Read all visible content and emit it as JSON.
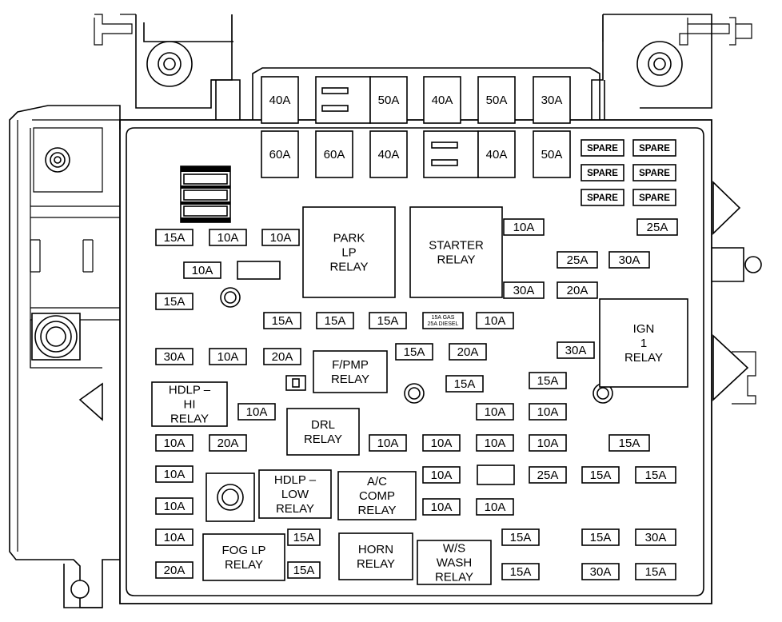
{
  "fuses": [
    {
      "id": "top-a1",
      "label": "40A"
    },
    {
      "id": "top-a2",
      "label": "50A"
    },
    {
      "id": "top-a3",
      "label": "40A"
    },
    {
      "id": "top-a4",
      "label": "50A"
    },
    {
      "id": "top-a5",
      "label": "30A"
    },
    {
      "id": "top-b1",
      "label": "60A"
    },
    {
      "id": "top-b2",
      "label": "60A"
    },
    {
      "id": "top-b3",
      "label": "40A"
    },
    {
      "id": "top-b4",
      "label": "40A"
    },
    {
      "id": "top-b5",
      "label": "50A"
    },
    {
      "id": "spare-1",
      "label": "SPARE"
    },
    {
      "id": "spare-2",
      "label": "SPARE"
    },
    {
      "id": "spare-3",
      "label": "SPARE"
    },
    {
      "id": "spare-4",
      "label": "SPARE"
    },
    {
      "id": "spare-5",
      "label": "SPARE"
    },
    {
      "id": "spare-6",
      "label": "SPARE"
    },
    {
      "id": "f-01",
      "label": "15A"
    },
    {
      "id": "f-02",
      "label": "10A"
    },
    {
      "id": "f-03",
      "label": "10A"
    },
    {
      "id": "f-04",
      "label": "10A"
    },
    {
      "id": "f-05",
      "label": "25A"
    },
    {
      "id": "f-06",
      "label": "10A"
    },
    {
      "id": "f-07",
      "label": "25A"
    },
    {
      "id": "f-08",
      "label": "30A"
    },
    {
      "id": "f-09",
      "label": "15A"
    },
    {
      "id": "f-10",
      "label": "30A"
    },
    {
      "id": "f-11",
      "label": "20A"
    },
    {
      "id": "f-12",
      "label": "15A"
    },
    {
      "id": "f-13",
      "label": "15A"
    },
    {
      "id": "f-14",
      "label": "15A"
    },
    {
      "id": "f-16",
      "label": "10A"
    },
    {
      "id": "f-17",
      "label": "30A"
    },
    {
      "id": "f-18",
      "label": "10A"
    },
    {
      "id": "f-19",
      "label": "20A"
    },
    {
      "id": "f-20",
      "label": "15A"
    },
    {
      "id": "f-21",
      "label": "20A"
    },
    {
      "id": "f-22",
      "label": "30A"
    },
    {
      "id": "f-23",
      "label": "15A"
    },
    {
      "id": "f-24",
      "label": "15A"
    },
    {
      "id": "f-25",
      "label": "10A"
    },
    {
      "id": "f-26",
      "label": "10A"
    },
    {
      "id": "f-27",
      "label": "10A"
    },
    {
      "id": "f-28",
      "label": "10A"
    },
    {
      "id": "f-29",
      "label": "20A"
    },
    {
      "id": "f-30",
      "label": "10A"
    },
    {
      "id": "f-31",
      "label": "10A"
    },
    {
      "id": "f-32",
      "label": "10A"
    },
    {
      "id": "f-33",
      "label": "10A"
    },
    {
      "id": "f-34",
      "label": "15A"
    },
    {
      "id": "f-35",
      "label": "10A"
    },
    {
      "id": "f-36",
      "label": "10A"
    },
    {
      "id": "f-37",
      "label": "25A"
    },
    {
      "id": "f-38",
      "label": "15A"
    },
    {
      "id": "f-39",
      "label": "15A"
    },
    {
      "id": "f-40",
      "label": "10A"
    },
    {
      "id": "f-41",
      "label": "10A"
    },
    {
      "id": "f-42",
      "label": "10A"
    },
    {
      "id": "f-43",
      "label": "10A"
    },
    {
      "id": "f-44",
      "label": "15A"
    },
    {
      "id": "f-45",
      "label": "15A"
    },
    {
      "id": "f-46",
      "label": "15A"
    },
    {
      "id": "f-47",
      "label": "30A"
    },
    {
      "id": "f-48",
      "label": "20A"
    },
    {
      "id": "f-49",
      "label": "15A"
    },
    {
      "id": "f-50",
      "label": "15A"
    },
    {
      "id": "f-51",
      "label": "30A"
    },
    {
      "id": "f-52",
      "label": "15A"
    }
  ],
  "gas_diesel_fuse": [
    "15A GAS",
    "25A DIESEL"
  ],
  "relays": [
    {
      "id": "park-lp",
      "lines": [
        "PARK",
        "LP",
        "RELAY"
      ]
    },
    {
      "id": "starter",
      "lines": [
        "STARTER",
        "RELAY"
      ]
    },
    {
      "id": "ign-1",
      "lines": [
        "IGN",
        "1",
        "RELAY"
      ]
    },
    {
      "id": "fpmp",
      "lines": [
        "F/PMP",
        "RELAY"
      ]
    },
    {
      "id": "hdlp-hi",
      "lines": [
        "HDLP –",
        "HI",
        "RELAY"
      ]
    },
    {
      "id": "drl",
      "lines": [
        "DRL",
        "RELAY"
      ]
    },
    {
      "id": "hdlp-low",
      "lines": [
        "HDLP –",
        "LOW",
        "RELAY"
      ]
    },
    {
      "id": "ac-comp",
      "lines": [
        "A/C",
        "COMP",
        "RELAY"
      ]
    },
    {
      "id": "fog-lp",
      "lines": [
        "FOG LP",
        "RELAY"
      ]
    },
    {
      "id": "horn",
      "lines": [
        "HORN",
        "RELAY"
      ]
    },
    {
      "id": "ws-wash",
      "lines": [
        "W/S",
        "WASH",
        "RELAY"
      ]
    }
  ],
  "colors": {
    "stroke": "#000000",
    "background": "#ffffff"
  }
}
